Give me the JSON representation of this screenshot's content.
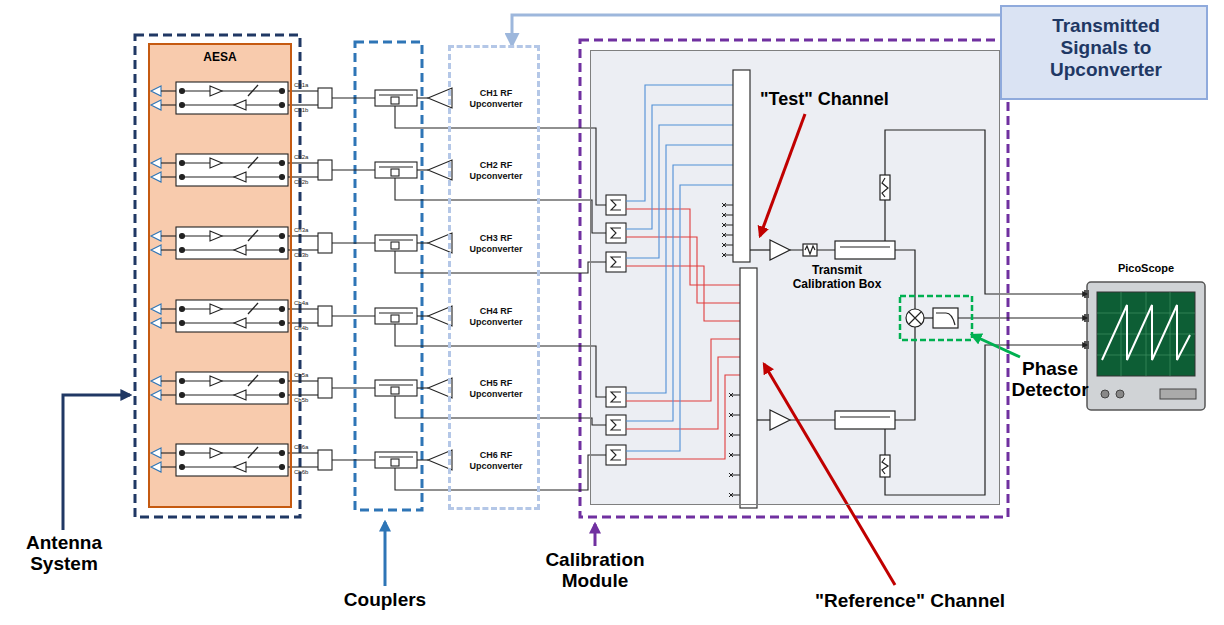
{
  "diagram": {
    "nodes": [
      {
        "text": [
          "Transmitted Signals to Upconverter"
        ]
      },
      {
        "text": [
          "AESA"
        ]
      },
      {
        "text": [
          "CH1 RF Upconverter",
          "CH2 RF Upconverter",
          "CH3 RF Upconverter",
          "CH4 RF Upconverter",
          "CH5 RF Upconverter",
          "CH6 RF Upconverter"
        ]
      },
      {
        "text": [
          "Transmit Calibration Box"
        ]
      },
      {
        "text": [
          "PicoScope"
        ]
      }
    ],
    "edges": [
      {
        "from": 0,
        "to": 2,
        "arrow": "to"
      },
      {
        "from": 3,
        "to": 4,
        "arrow": "to"
      },
      {
        "from": 3,
        "to": 4,
        "arrow": "to"
      },
      {
        "from": 3,
        "to": 4,
        "arrow": "to"
      }
    ],
    "labels": [
      "Ch1a",
      "Ch1b",
      "Ch2a",
      "Ch2b",
      "Ch3a",
      "Ch3b",
      "Ch4a",
      "Ch4b",
      "Ch5a",
      "Ch5b",
      "Ch6a",
      "Ch6b",
      "Antenna System",
      "Couplers",
      "Calibration Module",
      "\"Test\" Channel",
      "\"Reference\" Channel",
      "Phase Detector"
    ]
  }
}
